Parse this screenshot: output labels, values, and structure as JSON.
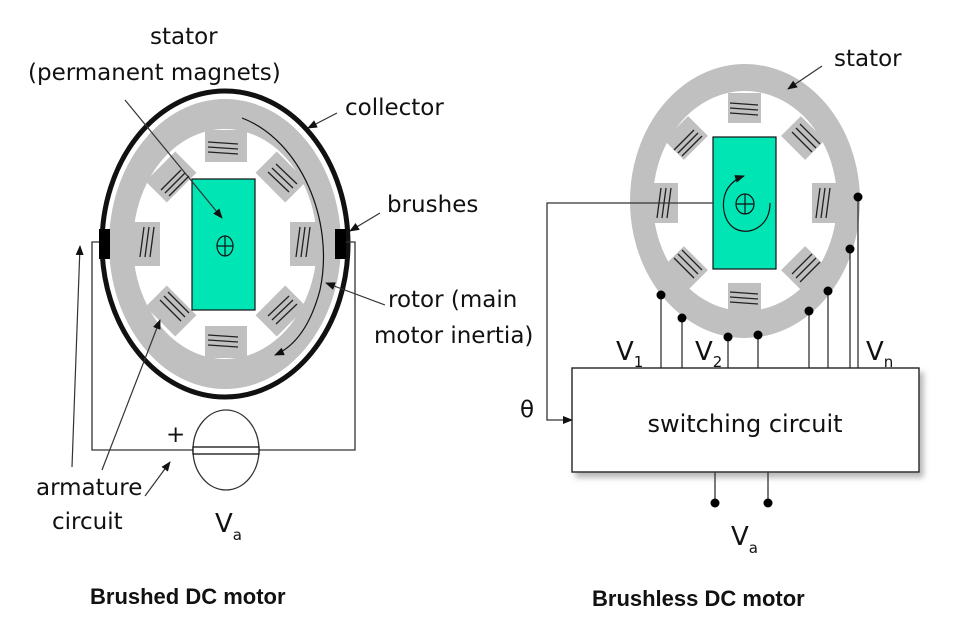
{
  "brushed": {
    "caption": "Brushed DC motor",
    "labels": {
      "stator_line1": "stator",
      "stator_line2": "(permanent magnets)",
      "collector": "collector",
      "brushes": "brushes",
      "rotor_line1": "rotor (main",
      "rotor_line2": "motor inertia)",
      "armature_line1": "armature",
      "armature_line2": "circuit",
      "plus": "+",
      "va_main": "V",
      "va_sub": "a"
    }
  },
  "brushless": {
    "caption": "Brushless DC motor",
    "labels": {
      "stator": "stator",
      "theta": "θ",
      "switching_circuit": "switching circuit",
      "v1_main": "V",
      "v1_sub": "1",
      "v2_main": "V",
      "v2_sub": "2",
      "vn_main": "V",
      "vn_sub": "n",
      "va_main": "V",
      "va_sub": "a"
    }
  },
  "colors": {
    "rotor": "#00e5b4",
    "stator": "#c0c0c0",
    "ink": "#111111"
  }
}
